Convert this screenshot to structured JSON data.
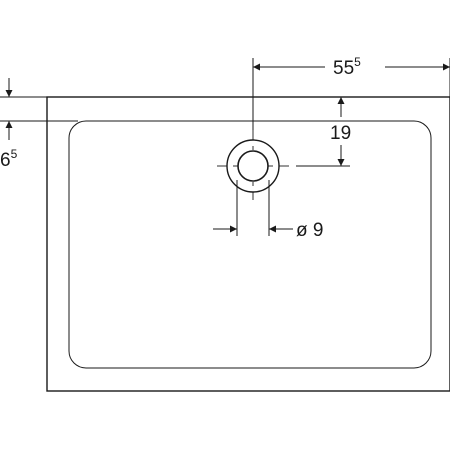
{
  "drawing": {
    "line_color": "#1a1a1a",
    "fill_color": "#ffffff",
    "dimensions": {
      "width_main": "55",
      "width_sup": "5",
      "drain_offset": "19",
      "rim_main": "6",
      "rim_sup": "5",
      "drain_diameter": "ø 9"
    }
  }
}
